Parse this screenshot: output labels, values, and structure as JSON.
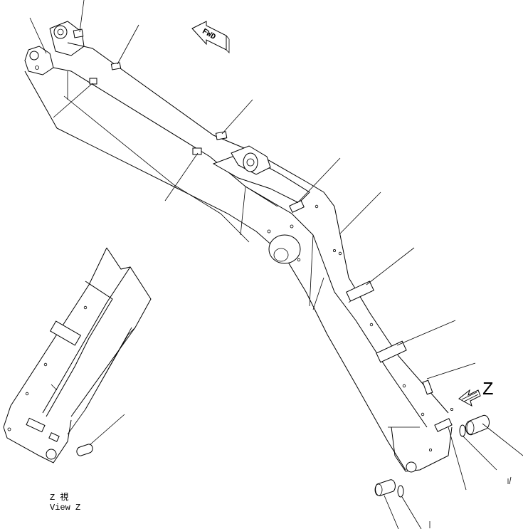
{
  "direction_arrow": {
    "label": "FWD"
  },
  "view_marker": {
    "label": "Z"
  },
  "view_caption": {
    "line1": "Z  視",
    "line2": "View Z"
  },
  "colors": {
    "ink": "#000000",
    "paper": "#ffffff"
  }
}
